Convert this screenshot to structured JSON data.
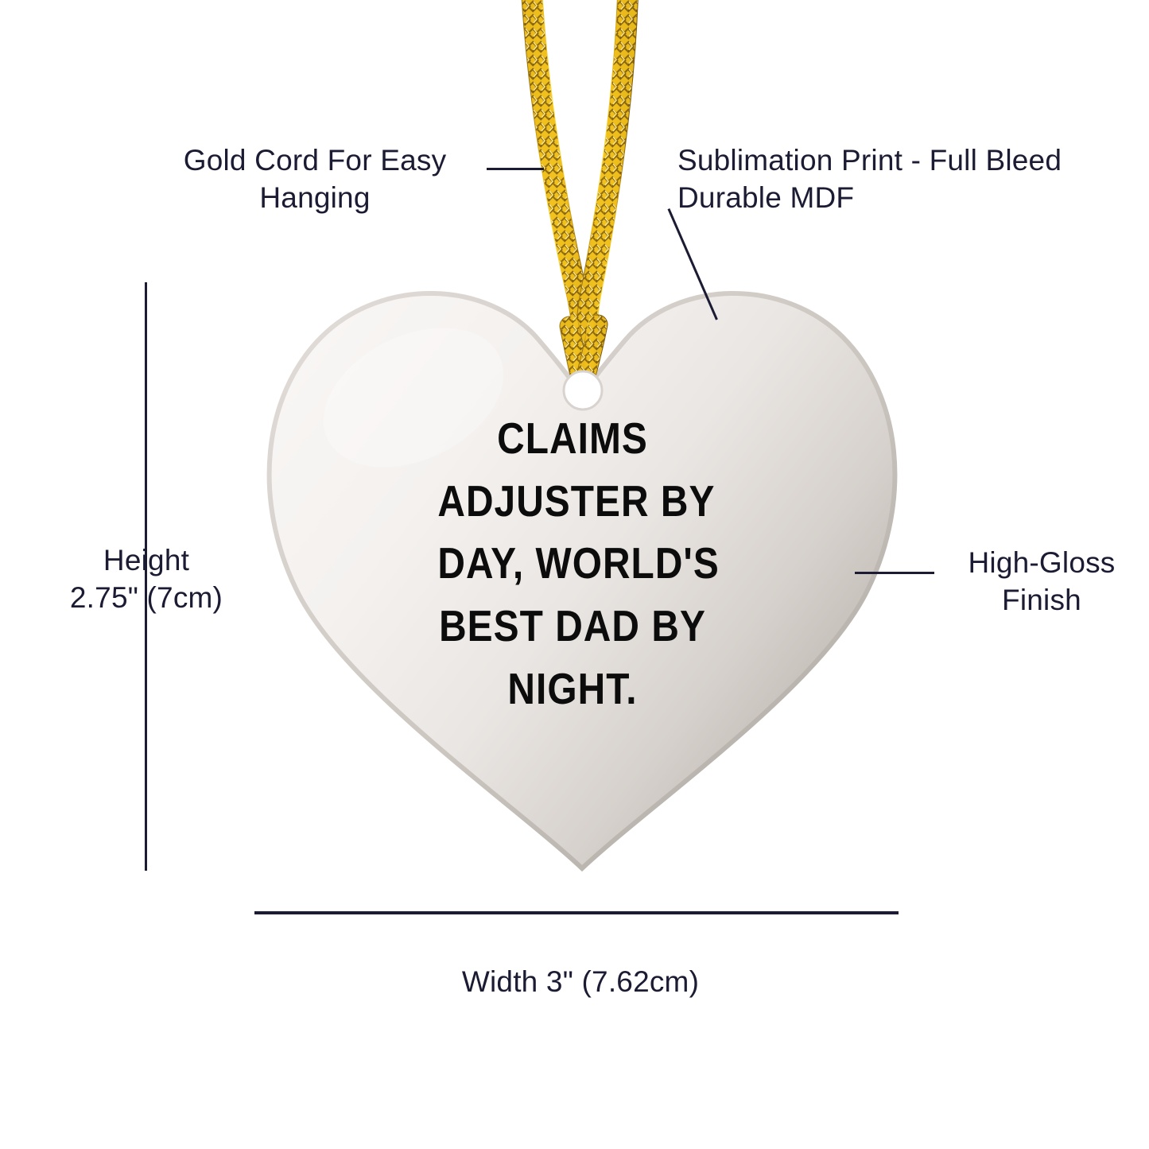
{
  "product": {
    "type": "heart-shaped hanging ornament",
    "ornament_text": [
      "CLAIMS",
      "ADJUSTER BY",
      "DAY, WORLD'S",
      "BEST DAD BY",
      "NIGHT."
    ],
    "body_color_light": "#f6f3f1",
    "body_color_shadow": "#b2aca6",
    "cord_color": "#f2c012",
    "cord_color_dark": "#8a6410",
    "hole_color": "#ffffff"
  },
  "annotations": {
    "cord": {
      "label": "Gold Cord For Easy\nHanging",
      "leader": "horizontal"
    },
    "print": {
      "label": "Sublimation Print - Full Bleed\nDurable MDF",
      "leader": "diagonal"
    },
    "gloss": {
      "label": "High-Gloss\nFinish",
      "leader": "horizontal"
    }
  },
  "dimensions": {
    "height_label": "Height\n2.75\" (7cm)",
    "height_value_in": "2.75\"",
    "height_value_cm": "7cm",
    "width_label": "Width 3\" (7.62cm)",
    "width_value_in": "3\"",
    "width_value_cm": "7.62cm"
  },
  "colors": {
    "text": "#1b1b33",
    "print_text": "#0c0c0c",
    "background": "#ffffff"
  }
}
